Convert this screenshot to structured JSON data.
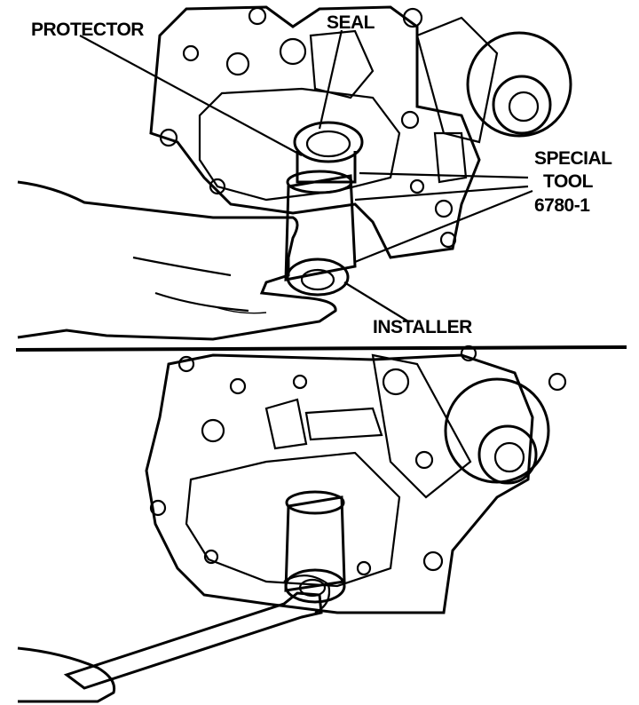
{
  "labels": {
    "protector": "PROTECTOR",
    "seal": "SEAL",
    "special_tool_line1": "SPECIAL",
    "special_tool_line2": "TOOL",
    "special_tool_line3": "6780-1",
    "installer": "INSTALLER"
  },
  "colors": {
    "ink": "#000000",
    "paper": "#ffffff"
  }
}
